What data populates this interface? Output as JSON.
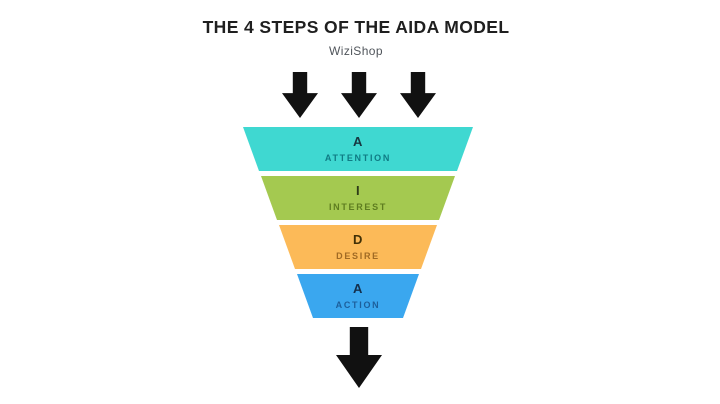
{
  "title": "THE 4 STEPS OF THE AIDA MODEL",
  "subtitle": "WiziShop",
  "text_colors": {
    "title": "#1f1f1f",
    "subtitle": "#50555b"
  },
  "arrows": {
    "color": "#111111",
    "top_count": 3,
    "bottom_count": 1
  },
  "funnel": {
    "steps": [
      {
        "letter": "A",
        "label": "ATTENTION",
        "color": "#3fd8d1",
        "letter_color": "#173741",
        "label_color": "#0f7b84"
      },
      {
        "letter": "I",
        "label": "INTEREST",
        "color": "#a4c950",
        "letter_color": "#2e3b18",
        "label_color": "#5e7d20"
      },
      {
        "letter": "D",
        "label": "DESIRE",
        "color": "#fcba58",
        "letter_color": "#403006",
        "label_color": "#a06a24"
      },
      {
        "letter": "A",
        "label": "ACTION",
        "color": "#3aa7ef",
        "letter_color": "#14304d",
        "label_color": "#1d5f9b"
      }
    ]
  }
}
